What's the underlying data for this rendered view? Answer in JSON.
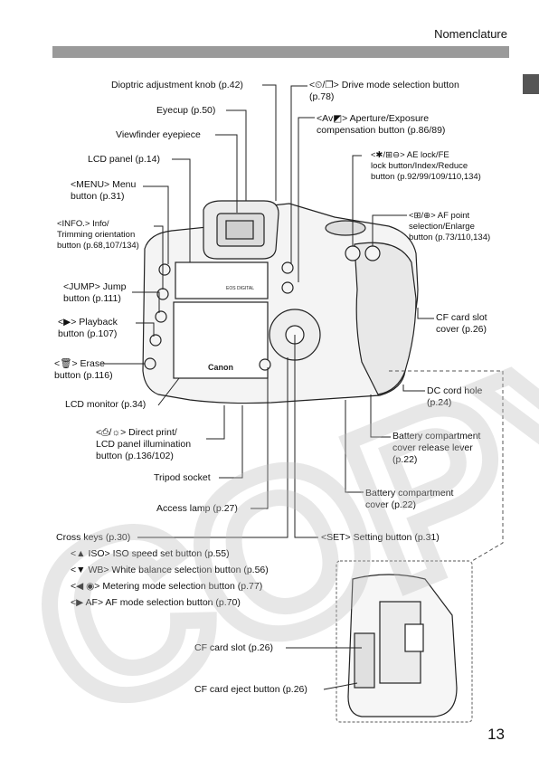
{
  "header": {
    "title": "Nomenclature"
  },
  "page": {
    "number": "13"
  },
  "callouts": {
    "dioptric": "Dioptric adjustment knob (p.42)",
    "eyecup": "Eyecup (p.50)",
    "viewfinder": "Viewfinder eyepiece",
    "lcd_panel": "LCD panel (p.14)",
    "menu": [
      "<MENU> Menu",
      "button (p.31)"
    ],
    "info": [
      "<INFO.> Info/",
      "Trimming orientation",
      "button (p.68,107/134)"
    ],
    "jump": [
      "<JUMP> Jump",
      "button (p.111)"
    ],
    "playback": [
      "<▶> Playback",
      "button (p.107)"
    ],
    "erase": [
      "<🗑> Erase",
      "button (p.116)"
    ],
    "lcd_monitor": "LCD monitor (p.34)",
    "direct_print": [
      "<⎙/☼> Direct print/",
      "LCD panel illumination",
      "button (p.136/102)"
    ],
    "tripod": "Tripod socket",
    "access_lamp": "Access lamp (p.27)",
    "drive_mode": [
      "<⏲/❐> Drive mode selection button",
      "(p.78)"
    ],
    "aperture": [
      "<Av◩> Aperture/Exposure",
      "compensation button (p.86/89)"
    ],
    "ae_lock": [
      "<✱/⊞⊖> AE lock/FE",
      "lock button/Index/Reduce",
      "button (p.92/99/109/110,134)"
    ],
    "af_point": [
      "<⊞/⊕> AF point",
      "selection/Enlarge",
      "button (p.73/110,134)"
    ],
    "cf_cover": [
      "CF card slot",
      "cover (p.26)"
    ],
    "dc_cord": [
      "DC cord hole",
      "(p.24)"
    ],
    "battery_lever": [
      "Battery compartment",
      "cover release lever",
      "(p.22)"
    ],
    "battery_cover": [
      "Battery compartment",
      "cover (p.22)"
    ],
    "setting": "<SET> Setting button (p.31)",
    "cross_keys": "Cross keys (p.30)",
    "iso": "<▲ ISO> ISO speed set button (p.55)",
    "wb": "<▼ WB> White balance selection button (p.56)",
    "metering": "<◀ ◉> Metering mode selection button (p.77)",
    "af_mode": "<▶ AF> AF mode selection button (p.70)",
    "cf_slot": "CF card slot (p.26)",
    "cf_eject": "CF card eject button (p.26)"
  },
  "camera": {
    "brand": "Canon",
    "model": "EOS DIGITAL"
  },
  "watermark": "COPY"
}
